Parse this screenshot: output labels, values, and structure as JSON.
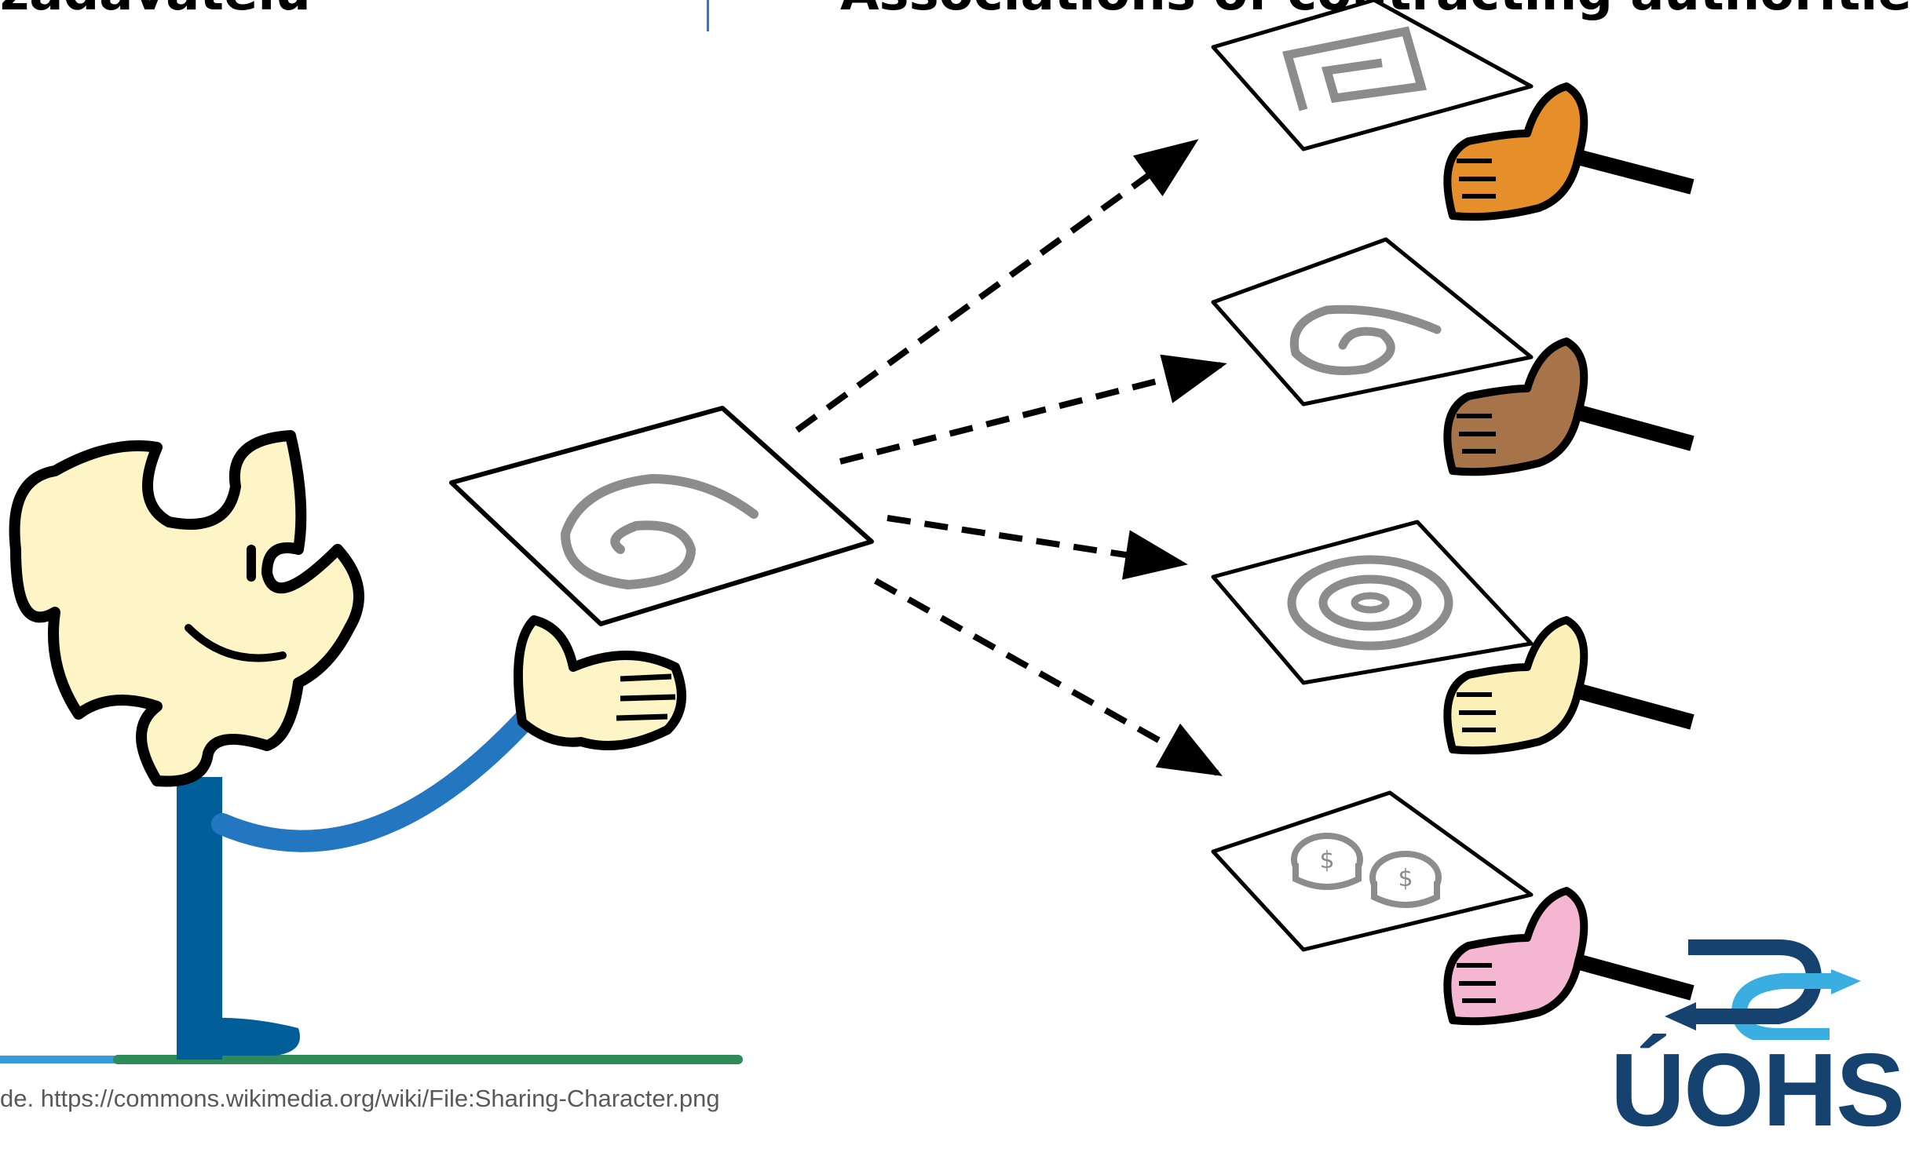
{
  "slide": {
    "title_left": "zadavatelů",
    "title_right": "Associations of contracting authorities",
    "source_note": "de. https://commons.wikimedia.org/wiki/File:Sharing-Character.png",
    "logo_text": "ÚOHS"
  },
  "colors": {
    "title": "#000000",
    "divider": "#4a6fb5",
    "character_head": "#fdf5c6",
    "character_body": "#005f99",
    "arm": "#2277c0",
    "ground_blue": "#3a9bdc",
    "ground_green": "#2e8b57",
    "hand_orange": "#e58e2a",
    "hand_brown": "#a7744a",
    "hand_cream": "#fbf0b8",
    "hand_pink": "#f4b6d0",
    "logo_navy": "#15426f",
    "logo_cyan": "#3aaee0"
  },
  "icons": [
    "puzzle-character",
    "shared-document",
    "arrow",
    "receiving-document",
    "coin-icon",
    "hand-icon",
    "uohs-logo-mark"
  ]
}
